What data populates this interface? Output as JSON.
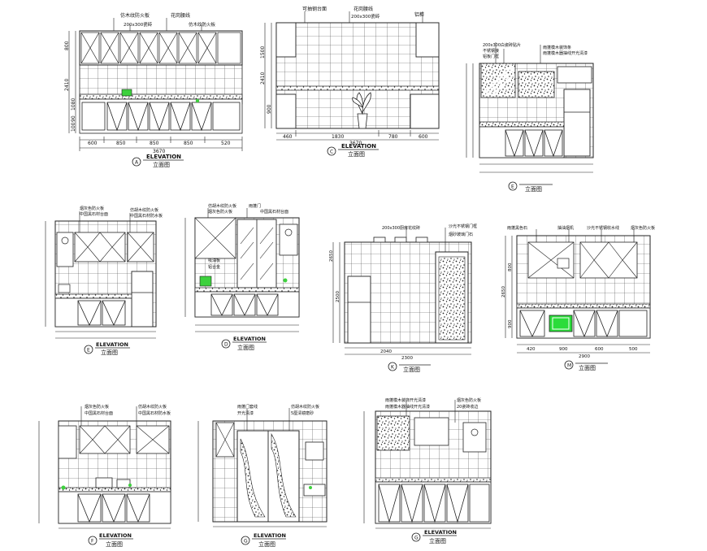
{
  "drawing": {
    "elev_a": {
      "notes": [
        "仿木纹防火板",
        "花岗腰线",
        "200x300瓷砖",
        "仿木纹防火板"
      ],
      "dims_v": [
        "800",
        "2410",
        "1080",
        "90",
        "100"
      ],
      "dims_h": [
        "600",
        "850",
        "850",
        "850",
        "520"
      ],
      "total": "3670",
      "marker": "A",
      "title_en": "ELEVATION",
      "title_cn": "立面图"
    },
    "elev_b": {
      "notes": [
        "可抽钢台面",
        "花岗腰线",
        "200x300瓷砖",
        "铝柜"
      ],
      "dims_v": [
        "1500",
        "2410",
        "900"
      ],
      "dims_h": [
        "460",
        "1830",
        "780",
        "600"
      ],
      "total": "3670",
      "marker": "C",
      "title_en": "ELEVATION",
      "title_cn": "立面图"
    },
    "elev_c": {
      "notes": [
        "200x300白瓷砖贴片",
        "不锈钢接",
        "铝板门框",
        "雨蓬模木装饰条",
        "雨蓬模木器抽线开光清漆"
      ],
      "marker": "E",
      "title_cn": "立面图"
    },
    "elev_d": {
      "notes": [
        "烟灰色防火板",
        "中国黑石材台面",
        "仿胡木纹防火板",
        "中国黑石材防水板"
      ],
      "marker": "E",
      "title_en": "ELEVATION",
      "title_cn": "立面图"
    },
    "elev_e": {
      "notes": [
        "仿胡木纹防火板",
        "雨蓬门",
        "烟灰色防火板",
        "吸油板",
        "铝合金",
        "中国黑石材台面"
      ],
      "marker": "D",
      "title_en": "ELEVATION",
      "title_cn": "立面图"
    },
    "elev_f": {
      "notes": [
        "200x300厨房花纹砖",
        "沙光不锈钢门框",
        "烟砂玻璃门石"
      ],
      "dims_v": [
        "2650",
        "2500"
      ],
      "dims_h": [
        "2040",
        "2300"
      ],
      "marker": "K",
      "title_cn": "立面图"
    },
    "elev_g": {
      "notes": [
        "雨蓬黑色石",
        "抽油烟机",
        "沙光不锈钢收水线",
        "烟灰色防火板"
      ],
      "dims_v": [
        "800",
        "2650",
        "900"
      ],
      "dims_h": [
        "420",
        "900",
        "600",
        "500"
      ],
      "total": "2900",
      "marker": "M",
      "title_cn": "立面图"
    },
    "elev_h": {
      "notes": [
        "烟灰色防火板",
        "中国黑石材台面",
        "仿胡木纹防火板",
        "中国黑石材防水板"
      ],
      "marker": "F",
      "title_en": "ELEVATION",
      "title_cn": "立面图"
    },
    "elev_i": {
      "notes": [
        "雨蓬门套线",
        "开光清漆",
        "仿胡木纹防火板",
        "5厘清镜磨砂"
      ],
      "marker": "G",
      "title_en": "ELEVATION",
      "title_cn": "立面图"
    },
    "elev_j": {
      "notes": [
        "雨蓬模木装饰开光清漆",
        "雨蓬模木器抽线开光清漆",
        "烟灰色防火板",
        "20瓷砖收边"
      ],
      "marker": "G",
      "title_en": "ELEVATION",
      "title_cn": "立面图"
    }
  }
}
